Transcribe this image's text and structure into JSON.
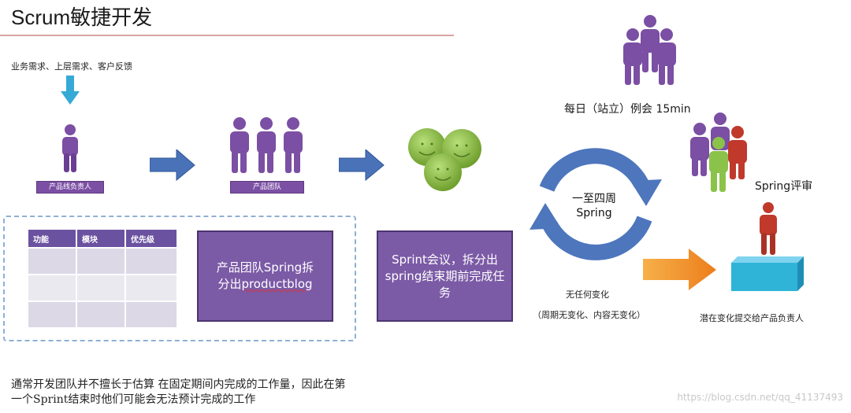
{
  "title": "Scrum敏捷开发",
  "requirements_text": "业务需求、上层需求、客户反馈",
  "product_owner_label": "产品线负责人",
  "team_label": "产品团队",
  "table": {
    "headers": [
      "功能",
      "模块",
      "优先级"
    ],
    "rows": 3
  },
  "box_team_split": {
    "line1": "产品团队Spring拆",
    "line2_prefix": "分出",
    "line2_word": "productblog"
  },
  "box_sprint_meeting": "Sprint会议，拆分出spring结束期前完成任务",
  "daily_standup": "每日（站立）例会 15min",
  "cycle_center_line1": "一至四周",
  "cycle_center_line2": "Spring",
  "spring_review": "Spring评审",
  "no_change": "无任何变化",
  "no_change_detail": "（周期无变化、内容无变化）",
  "deliver_text": "潜在变化提交给产品负责人",
  "footer_line1": "通常开发团队并不擅长于估算  在固定期间内完成的工作量，因此在第",
  "footer_line2": "一个Sprint结束时他们可能会无法预计完成的工作",
  "watermark": "https://blog.csdn.net/qq_41137493",
  "colors": {
    "purple": "#7b4fa3",
    "arrow_blue": "#4a72b8",
    "cycle_blue": "#4d76bd",
    "orange": "#f0902a",
    "green": "#8bc34a",
    "red": "#c0392b",
    "cyan": "#2fb4d8"
  }
}
